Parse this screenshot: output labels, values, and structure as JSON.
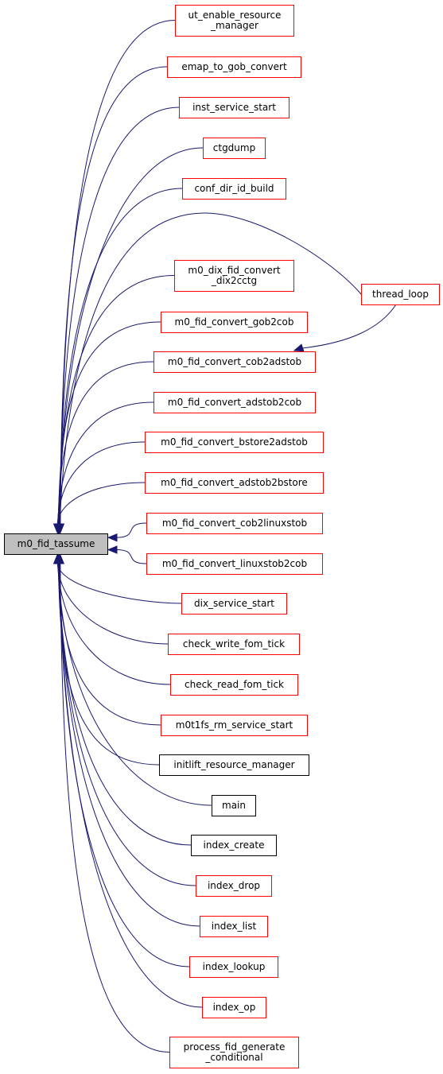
{
  "focus": {
    "id": "m0_fid_tassume",
    "lines": [
      "m0_fid_tassume"
    ],
    "color": "gray"
  },
  "callers": [
    {
      "id": "ut_enable_resource_manager",
      "lines": [
        "ut_enable_resource",
        "_manager"
      ],
      "color": "red"
    },
    {
      "id": "emap_to_gob_convert",
      "lines": [
        "emap_to_gob_convert"
      ],
      "color": "red"
    },
    {
      "id": "inst_service_start",
      "lines": [
        "inst_service_start"
      ],
      "color": "red"
    },
    {
      "id": "ctgdump",
      "lines": [
        "ctgdump"
      ],
      "color": "red"
    },
    {
      "id": "conf_dir_id_build",
      "lines": [
        "conf_dir_id_build"
      ],
      "color": "red"
    },
    {
      "id": "thread_loop",
      "lines": [
        "thread_loop"
      ],
      "color": "red"
    },
    {
      "id": "m0_dix_fid_convert_dix2cctg",
      "lines": [
        "m0_dix_fid_convert",
        "_dix2cctg"
      ],
      "color": "red"
    },
    {
      "id": "m0_fid_convert_gob2cob",
      "lines": [
        "m0_fid_convert_gob2cob"
      ],
      "color": "red"
    },
    {
      "id": "m0_fid_convert_cob2adstob",
      "lines": [
        "m0_fid_convert_cob2adstob"
      ],
      "color": "red"
    },
    {
      "id": "m0_fid_convert_adstob2cob",
      "lines": [
        "m0_fid_convert_adstob2cob"
      ],
      "color": "red"
    },
    {
      "id": "m0_fid_convert_bstore2adstob",
      "lines": [
        "m0_fid_convert_bstore2adstob"
      ],
      "color": "red"
    },
    {
      "id": "m0_fid_convert_adstob2bstore",
      "lines": [
        "m0_fid_convert_adstob2bstore"
      ],
      "color": "red"
    },
    {
      "id": "m0_fid_convert_cob2linuxstob",
      "lines": [
        "m0_fid_convert_cob2linuxstob"
      ],
      "color": "red"
    },
    {
      "id": "m0_fid_convert_linuxstob2cob",
      "lines": [
        "m0_fid_convert_linuxstob2cob"
      ],
      "color": "red"
    },
    {
      "id": "dix_service_start",
      "lines": [
        "dix_service_start"
      ],
      "color": "red"
    },
    {
      "id": "check_write_fom_tick",
      "lines": [
        "check_write_fom_tick"
      ],
      "color": "red"
    },
    {
      "id": "check_read_fom_tick",
      "lines": [
        "check_read_fom_tick"
      ],
      "color": "red"
    },
    {
      "id": "m0t1fs_rm_service_start",
      "lines": [
        "m0t1fs_rm_service_start"
      ],
      "color": "red"
    },
    {
      "id": "initlift_resource_manager",
      "lines": [
        "initlift_resource_manager"
      ],
      "color": "black"
    },
    {
      "id": "main",
      "lines": [
        "main"
      ],
      "color": "black"
    },
    {
      "id": "index_create",
      "lines": [
        "index_create"
      ],
      "color": "black"
    },
    {
      "id": "index_drop",
      "lines": [
        "index_drop"
      ],
      "color": "red"
    },
    {
      "id": "index_list",
      "lines": [
        "index_list"
      ],
      "color": "red"
    },
    {
      "id": "index_lookup",
      "lines": [
        "index_lookup"
      ],
      "color": "red"
    },
    {
      "id": "index_op",
      "lines": [
        "index_op"
      ],
      "color": "red"
    },
    {
      "id": "process_fid_generate_conditional",
      "lines": [
        "process_fid_generate",
        "_conditional"
      ],
      "color": "red"
    }
  ],
  "edges": [
    {
      "from": "ut_enable_resource_manager",
      "to": "m0_fid_tassume"
    },
    {
      "from": "emap_to_gob_convert",
      "to": "m0_fid_tassume"
    },
    {
      "from": "inst_service_start",
      "to": "m0_fid_tassume"
    },
    {
      "from": "ctgdump",
      "to": "m0_fid_tassume"
    },
    {
      "from": "conf_dir_id_build",
      "to": "m0_fid_tassume"
    },
    {
      "from": "thread_loop",
      "to": "m0_fid_tassume"
    },
    {
      "from": "thread_loop",
      "to": "m0_fid_convert_cob2adstob"
    },
    {
      "from": "m0_dix_fid_convert_dix2cctg",
      "to": "m0_fid_tassume"
    },
    {
      "from": "m0_fid_convert_gob2cob",
      "to": "m0_fid_tassume"
    },
    {
      "from": "m0_fid_convert_cob2adstob",
      "to": "m0_fid_tassume"
    },
    {
      "from": "m0_fid_convert_adstob2cob",
      "to": "m0_fid_tassume"
    },
    {
      "from": "m0_fid_convert_bstore2adstob",
      "to": "m0_fid_tassume"
    },
    {
      "from": "m0_fid_convert_adstob2bstore",
      "to": "m0_fid_tassume"
    },
    {
      "from": "m0_fid_convert_cob2linuxstob",
      "to": "m0_fid_tassume"
    },
    {
      "from": "m0_fid_convert_linuxstob2cob",
      "to": "m0_fid_tassume"
    },
    {
      "from": "dix_service_start",
      "to": "m0_fid_tassume"
    },
    {
      "from": "check_write_fom_tick",
      "to": "m0_fid_tassume"
    },
    {
      "from": "check_read_fom_tick",
      "to": "m0_fid_tassume"
    },
    {
      "from": "m0t1fs_rm_service_start",
      "to": "m0_fid_tassume"
    },
    {
      "from": "initlift_resource_manager",
      "to": "m0_fid_tassume"
    },
    {
      "from": "main",
      "to": "m0_fid_tassume"
    },
    {
      "from": "index_create",
      "to": "m0_fid_tassume"
    },
    {
      "from": "index_drop",
      "to": "m0_fid_tassume"
    },
    {
      "from": "index_list",
      "to": "m0_fid_tassume"
    },
    {
      "from": "index_lookup",
      "to": "m0_fid_tassume"
    },
    {
      "from": "index_op",
      "to": "m0_fid_tassume"
    },
    {
      "from": "process_fid_generate_conditional",
      "to": "m0_fid_tassume"
    }
  ],
  "colors": {
    "edge": "#191970",
    "red_border": "#ff0000",
    "black_border": "#000000",
    "focus_fill": "#bfbfbf"
  }
}
